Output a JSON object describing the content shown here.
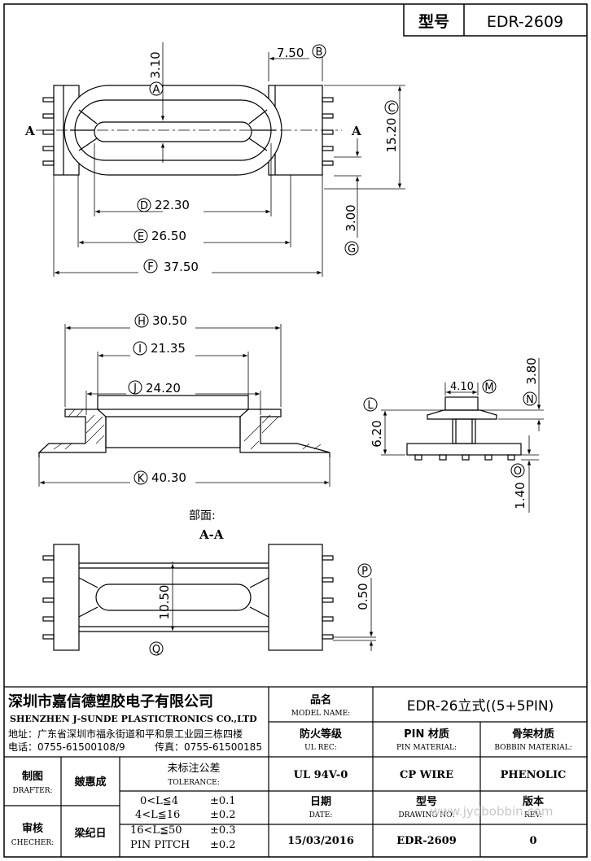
{
  "header": {
    "model_label": "型号",
    "model_value": "EDR-2609"
  },
  "dimensions": {
    "A": "3.10",
    "B": "7.50",
    "C": "15.20",
    "D": "22.30",
    "E": "26.50",
    "F": "37.50",
    "G": "3.00",
    "H": "30.50",
    "I": "21.35",
    "J": "24.20",
    "K": "40.30",
    "L": "6.20",
    "M": "4.10",
    "N": "3.80",
    "O": "1.40",
    "P": "0.50",
    "Q": "10.50"
  },
  "markers": {
    "A": "A",
    "B": "B",
    "C": "C",
    "D": "D",
    "E": "E",
    "F": "F",
    "G": "G",
    "H": "H",
    "I": "I",
    "J": "J",
    "K": "K",
    "L": "L",
    "M": "M",
    "N": "N",
    "O": "O",
    "P": "P",
    "Q": "Q"
  },
  "section": {
    "cut_left": "A",
    "cut_right": "A",
    "caption": "部面:",
    "name": "A-A"
  },
  "company": {
    "name_cn": "深圳市嘉信德塑胶电子有限公司",
    "name_en": "SHENZHEN J-SUNDE PLASTICTRONICS CO.,LTD",
    "address": "地址：广东省深圳市福永街道和平和景工业园三栋四楼",
    "phone": "电话：0755-61500108/9",
    "fax": "传真：0755-61500185"
  },
  "title_block": {
    "model_name_cn": "品名",
    "model_name_en": "MODEL NAME:",
    "model_name_value": "EDR-26立式((5+5PIN)",
    "ul_cn": "防火等级",
    "ul_en": "UL REC:",
    "ul_value": "UL 94V-0",
    "pin_cn": "PIN 材质",
    "pin_en": "PIN MATERIAL:",
    "pin_value": "CP WIRE",
    "bobbin_cn": "骨架材质",
    "bobbin_en": "BOBBIN MATERIAL:",
    "bobbin_value": "PHENOLIC",
    "drafter_cn": "制图",
    "drafter_en": "DRAFTER:",
    "drafter_value": "皴惠成",
    "checker_cn": "审核",
    "checker_en": "CHECHER:",
    "checker_value": "梁纪日",
    "tolerance_cn": "未标注公差",
    "tolerance_en": "TOLERANCE:",
    "tolerance_rows": [
      {
        "range": "0<L≦4",
        "value": "±0.1"
      },
      {
        "range": "4<L≦16",
        "value": "±0.2"
      },
      {
        "range": "16<L≦50",
        "value": "±0.3"
      },
      {
        "range": "PIN PITCH",
        "value": "±0.2"
      }
    ],
    "date_cn": "日期",
    "date_en": "DATE:",
    "date_value": "15/03/2016",
    "drawing_cn": "型号",
    "drawing_en": "DRAWING NO:",
    "drawing_value": "EDR-2609",
    "rev_cn": "版本",
    "rev_en": "REV:",
    "rev_value": "0"
  },
  "watermark": "www.jydbobbin.com"
}
